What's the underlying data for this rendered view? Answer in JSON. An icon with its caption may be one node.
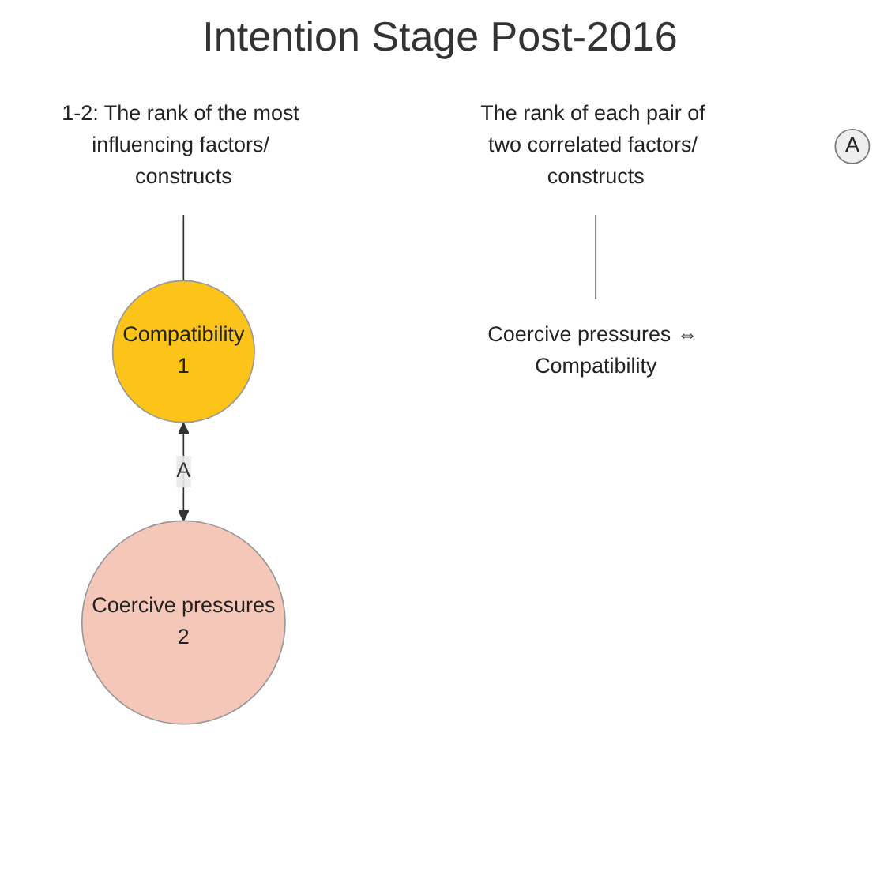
{
  "diagram": {
    "title": "Intention Stage Post-2016",
    "nodes": [
      {
        "text": [
          "Compatibility",
          "1"
        ]
      },
      {
        "text": [
          "Coercive pressures",
          "2"
        ]
      },
      {
        "text": [
          "1-2: The rank of the most influencing factors/ constructs"
        ]
      },
      {
        "text": [
          "The rank of each pair of two correlated factors/ constructs"
        ]
      },
      {
        "text": [
          "A"
        ]
      },
      {
        "text": [
          "Coercive pressures ⇔ Compatibility"
        ]
      }
    ],
    "edges": [
      {
        "from": 0,
        "to": 1,
        "arrow": "both",
        "label": "A"
      },
      {
        "from": 2,
        "to": 0,
        "arrow": "none"
      },
      {
        "from": 3,
        "to": 5,
        "arrow": "none"
      }
    ]
  }
}
